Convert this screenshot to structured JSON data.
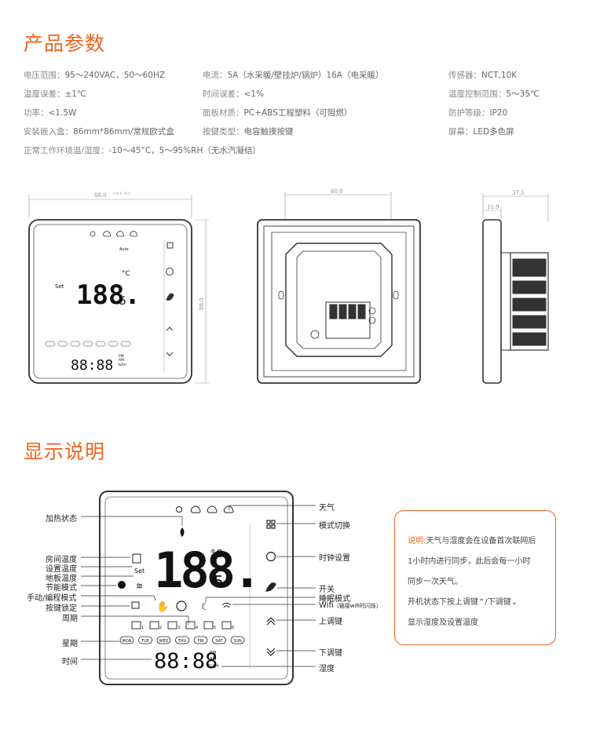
{
  "sections": {
    "specs_title": "产品参数",
    "display_title": "显示说明"
  },
  "specs": [
    {
      "key": "电压范围：",
      "val": "95～240VAC，50～60HZ"
    },
    {
      "key": "电流：",
      "val": "5A（水采暖/壁挂炉/锅炉）16A（电采暖）"
    },
    {
      "key": "传感器：",
      "val": "NCT,10K"
    },
    {
      "key": "温度误差：",
      "val": "±1℃"
    },
    {
      "key": "时间误差：",
      "val": "<1%"
    },
    {
      "key": "温度控制范围：",
      "val": "5～35℃"
    },
    {
      "key": "功率：",
      "val": "<1.5W"
    },
    {
      "key": "面板材质：",
      "val": "PC+ABS工程塑料（可阻燃）"
    },
    {
      "key": "防护等级：",
      "val": "IP20"
    },
    {
      "key": "安装嵌入盒：",
      "val": "86mm*86mm/常规欧式盒"
    },
    {
      "key": "按键类型：",
      "val": "电容触摸按键"
    },
    {
      "key": "屏幕：",
      "val": "LED多色屏"
    },
    {
      "key": "正常工作环境温/湿度：",
      "val": "-10～45°C，5～95%RH（无水汽凝结）"
    }
  ],
  "drawing": {
    "front_width": "88.0",
    "front_tol": "+0.1 -0.1",
    "front_height": "88.0",
    "back_width": "60.0",
    "side_depth": "37.5",
    "side_panel": "11.9"
  },
  "screen": {
    "temp_digits": "188.",
    "temp_decimal": "5",
    "temp_unit": "°C",
    "set_label": "Set",
    "auto_label": "Auto",
    "time_digits": "88:88",
    "pm": "PM",
    "am": "AM",
    "rh": "%RH",
    "periods": [
      "1",
      "2",
      "3",
      "4",
      "5",
      "6"
    ],
    "days": [
      "MON",
      "TUE",
      "WED",
      "THU",
      "FRI",
      "SAT",
      "SUN"
    ]
  },
  "labels_left": [
    "加热状态",
    "房间温度",
    "设置温度",
    "地板温度",
    "节能模式",
    "手动/编程模式",
    "按键锁定",
    "周期",
    "星期",
    "时间"
  ],
  "labels_right": {
    "weather": "天气",
    "mode": "模式切换",
    "timer": "时钟设置",
    "power": "开关",
    "sleep": "睡眠模式",
    "wifi": "Wifi",
    "wifi_note": "（链接wifi时闪烁）",
    "up": "上调键",
    "down": "下调键",
    "humidity": "湿度"
  },
  "note": {
    "label": "说明:",
    "line1": "天气与湿度会在设备首次联网后",
    "line2": "1小时内进行同步，此后会每一小时",
    "line3": "同步一次天气。",
    "line4_a": "开机状态下按上调键",
    "line4_b": "/下调键",
    "line5": "显示湿度及设置温度"
  },
  "colors": {
    "accent": "#f0641e",
    "frame": "#3a3a3a"
  }
}
